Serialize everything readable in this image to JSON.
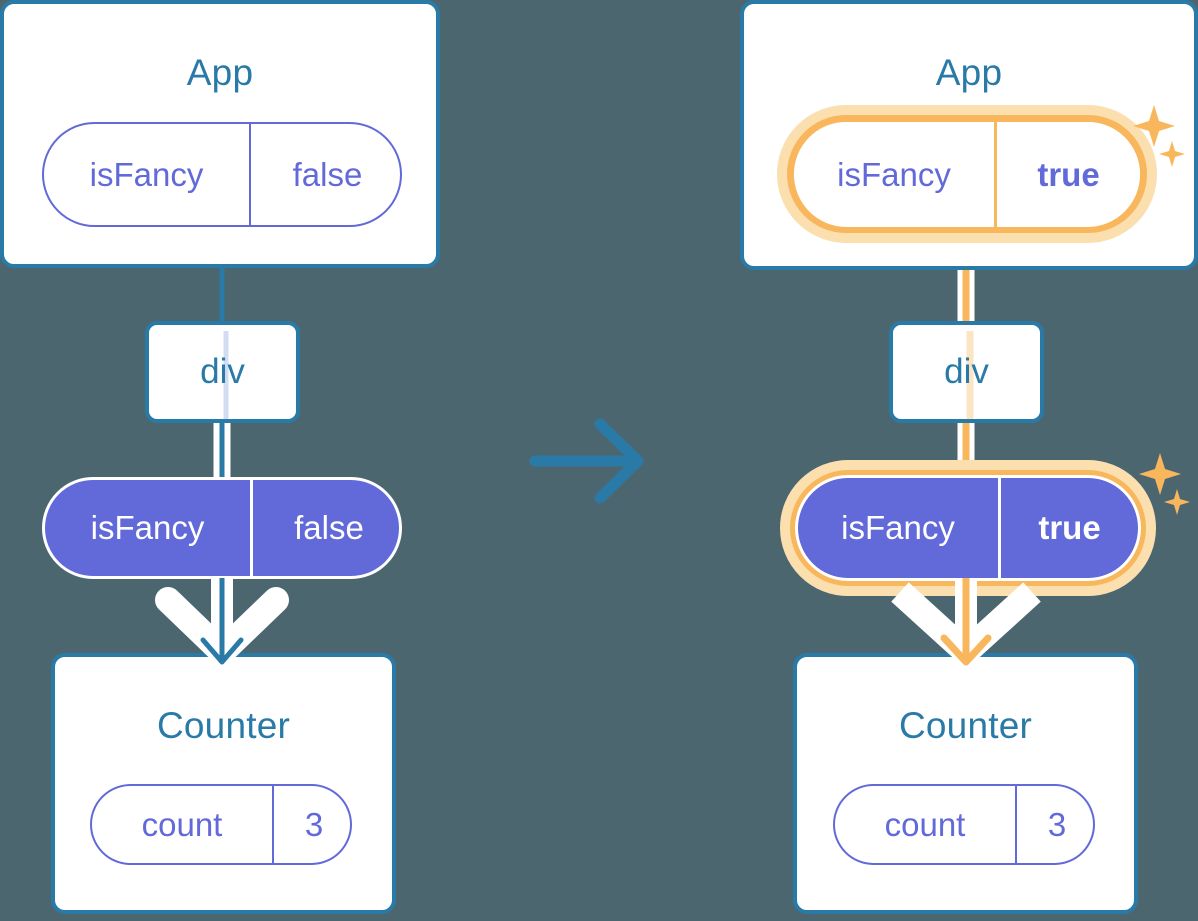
{
  "diagram": {
    "type": "react-state-propagation",
    "background_color": "#4c6670",
    "accent_blue": "#2a7aa8",
    "accent_purple": "#6269d9",
    "accent_gold": "#f8b75c",
    "accent_gold_glow": "#fbdfaf",
    "transition_icon": "right-arrow-icon"
  },
  "before": {
    "app": {
      "title": "App",
      "state": {
        "key": "isFancy",
        "value": "false"
      }
    },
    "div": {
      "label": "div"
    },
    "prop": {
      "key": "isFancy",
      "value": "false"
    },
    "counter": {
      "title": "Counter",
      "state": {
        "key": "count",
        "value": "3"
      }
    }
  },
  "after": {
    "app": {
      "title": "App",
      "state": {
        "key": "isFancy",
        "value": "true",
        "highlighted": true
      }
    },
    "div": {
      "label": "div"
    },
    "prop": {
      "key": "isFancy",
      "value": "true",
      "highlighted": true
    },
    "counter": {
      "title": "Counter",
      "state": {
        "key": "count",
        "value": "3"
      }
    }
  },
  "icons": {
    "sparkle_large": "sparkle-icon",
    "sparkle_small": "sparkle-small-icon",
    "transition": "arrow-right-icon"
  }
}
